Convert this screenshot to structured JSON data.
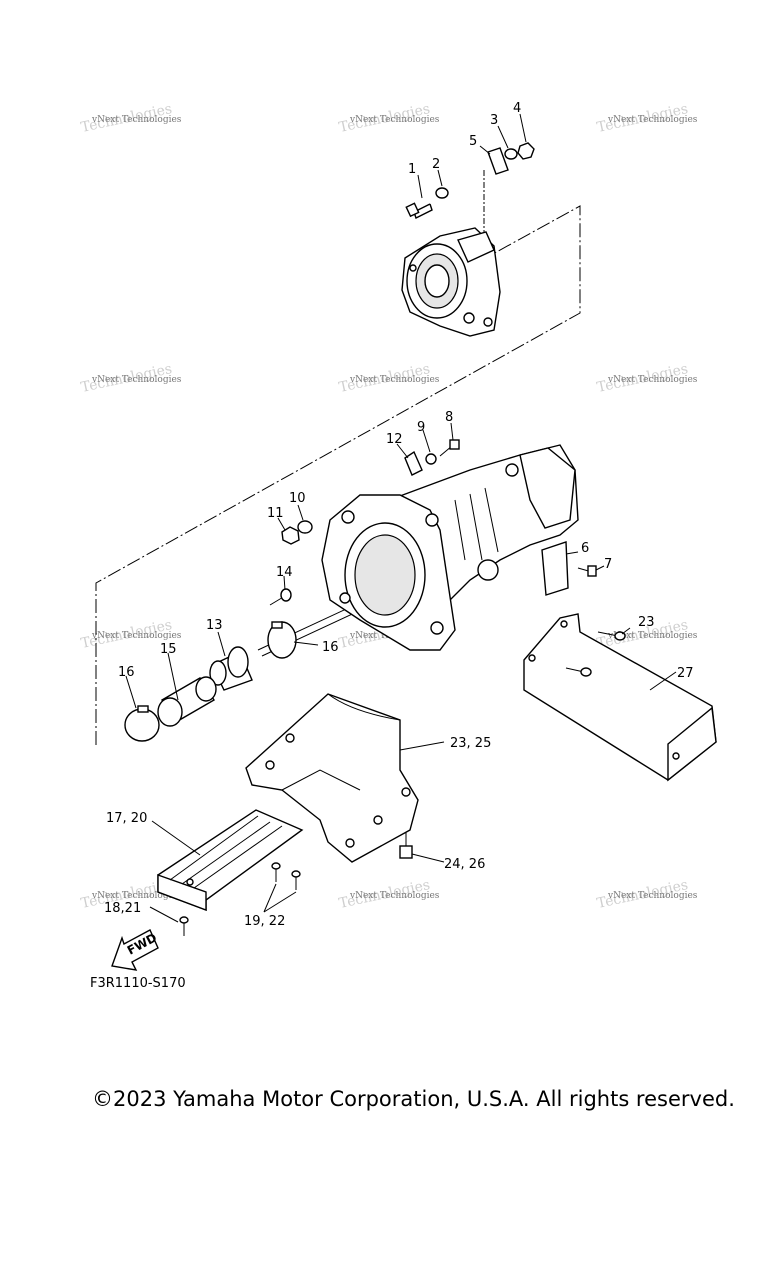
{
  "watermark_text": "vNext Technologies",
  "callouts": [
    "1",
    "2",
    "3",
    "4",
    "5",
    "6",
    "7",
    "8",
    "9",
    "10",
    "11",
    "12",
    "13",
    "14",
    "15",
    "16",
    "16",
    "17, 20",
    "18,21",
    "19, 22",
    "23, 25",
    "23",
    "24, 26",
    "27"
  ],
  "fwd_label": "FWD",
  "figure_ref": "F3R1110-S170",
  "copyright": "©2023 Yamaha Motor Corporation, U.S.A. All rights reserved."
}
